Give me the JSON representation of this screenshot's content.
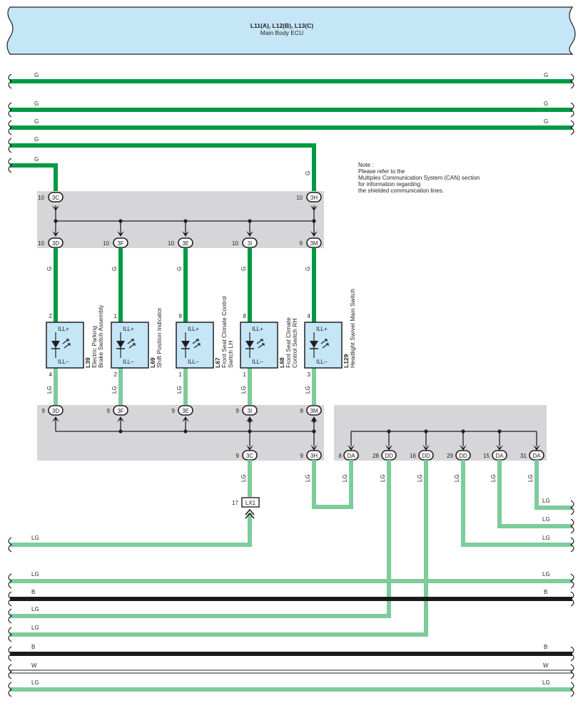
{
  "ecu": {
    "title": "L11(A), L12(B), L13(C)",
    "subtitle": "Main Body ECU"
  },
  "note": {
    "lines": [
      "Note :",
      "Please refer to the",
      "Multiplex Communication System (CAN) section",
      "for information regarding",
      "the shielded communication lines."
    ]
  },
  "top_wires": [
    {
      "left": "G",
      "right": "G"
    },
    {
      "left": "G",
      "right": "G"
    },
    {
      "left": "G",
      "right": "G"
    },
    {
      "left": "G"
    },
    {
      "left": "G"
    }
  ],
  "top_box": {
    "left_conn": {
      "pin": "10",
      "label": "3C"
    },
    "right_conn": {
      "pin": "10",
      "label": "3H"
    },
    "right_wire": "G",
    "bottom_conns": [
      {
        "pin": "10",
        "label": "3D"
      },
      {
        "pin": "10",
        "label": "3F"
      },
      {
        "pin": "10",
        "label": "3E"
      },
      {
        "pin": "10",
        "label": "3I"
      },
      {
        "pin": "9",
        "label": "3M"
      }
    ]
  },
  "components": [
    {
      "wire_top": "G",
      "pin_top": "2",
      "pin_bot": "4",
      "wire_bot": "LG",
      "ill_plus": "ILL+",
      "ill_minus": "ILL–",
      "code": "L39",
      "name": [
        "Electric Parking",
        "Brake Switch Assembly"
      ]
    },
    {
      "wire_top": "G",
      "pin_top": "1",
      "pin_bot": "2",
      "wire_bot": "LG",
      "ill_plus": "ILL+",
      "ill_minus": "ILL–",
      "code": "L69",
      "name": [
        "Shift Position Indicator"
      ]
    },
    {
      "wire_top": "G",
      "pin_top": "8",
      "pin_bot": "1",
      "wire_bot": "LG",
      "ill_plus": "ILL+",
      "ill_minus": "ILL–",
      "code": "L67",
      "name": [
        "Front Seat Climate Control",
        "Switch LH"
      ]
    },
    {
      "wire_top": "G",
      "pin_top": "8",
      "pin_bot": "1",
      "wire_bot": "LG",
      "ill_plus": "ILL+",
      "ill_minus": "ILL–",
      "code": "L68",
      "name": [
        "Front Seat Climate",
        "Control Switch RH"
      ]
    },
    {
      "wire_top": "G",
      "pin_top": "4",
      "pin_bot": "3",
      "wire_bot": "LG",
      "ill_plus": "ILL+",
      "ill_minus": "ILL–",
      "code": "L129",
      "name": [
        "Headlight Swivel Main Switch"
      ]
    }
  ],
  "bottom_box_left": {
    "top_conns": [
      {
        "pin": "9",
        "label": "3D"
      },
      {
        "pin": "9",
        "label": "3F"
      },
      {
        "pin": "9",
        "label": "3E"
      },
      {
        "pin": "9",
        "label": "3I"
      },
      {
        "pin": "8",
        "label": "3M"
      }
    ],
    "bottom_conns": [
      {
        "pin": "9",
        "label": "3C"
      },
      {
        "pin": "9",
        "label": "3H"
      }
    ]
  },
  "bottom_box_right": {
    "conns": [
      {
        "pin": "8",
        "label": "DA"
      },
      {
        "pin": "28",
        "label": "DD"
      },
      {
        "pin": "16",
        "label": "DD"
      },
      {
        "pin": "29",
        "label": "DD"
      },
      {
        "pin": "15",
        "label": "DA"
      },
      {
        "pin": "31",
        "label": "DA"
      }
    ]
  },
  "vertical_wire_labels": [
    "LG",
    "LG",
    "LG",
    "LG",
    "LG",
    "LG",
    "LG",
    "LG"
  ],
  "lx1": {
    "pin": "17",
    "label": "LX1"
  },
  "right_stub_labels": [
    "LG",
    "LG",
    "LG"
  ],
  "bottom_wires": [
    {
      "left": "LG"
    },
    {
      "left": "LG",
      "right": "LG"
    },
    {
      "left": "B",
      "right": "B"
    },
    {
      "left": "LG"
    },
    {
      "left": "LG"
    },
    {
      "left": "B",
      "right": "B"
    },
    {
      "left": "W",
      "right": "W"
    },
    {
      "left": "LG",
      "right": "LG"
    }
  ],
  "colors": {
    "green": "#009a44",
    "light_green": "#7dcc9b",
    "black": "#1a1a1a",
    "box": "#d6d6d8",
    "ecu": "#c4e6f7",
    "component": "#c4e6f7"
  }
}
